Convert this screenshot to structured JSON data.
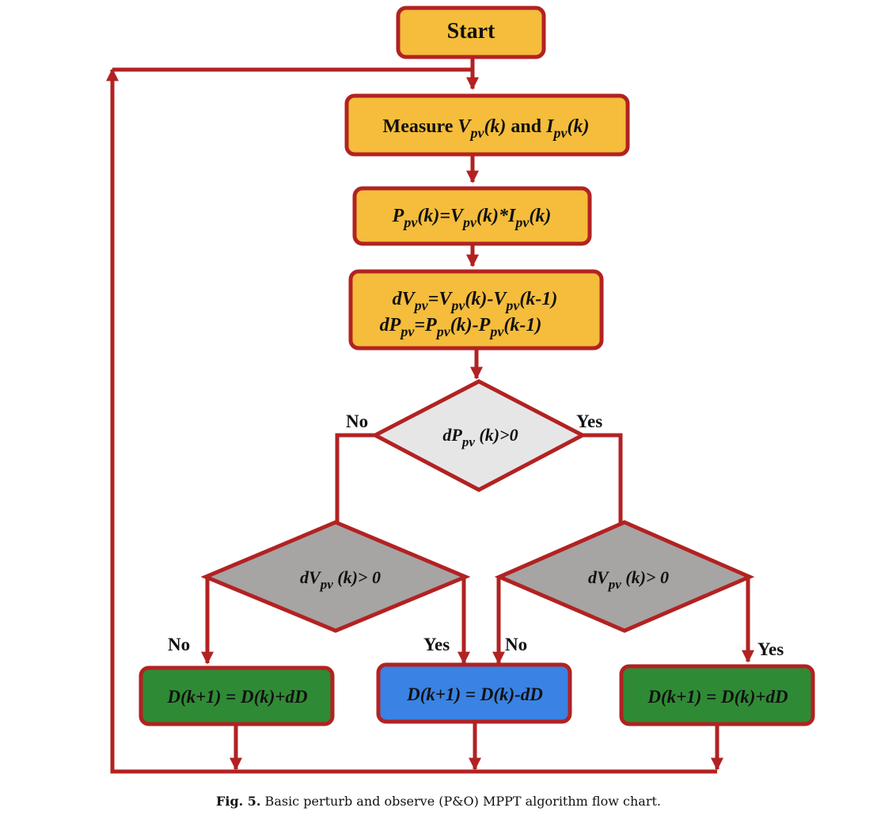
{
  "flowchart": {
    "start": "Start",
    "measure": {
      "pre": "Measure ",
      "v": "V",
      "v_sub": "pv",
      "v_arg": "(k)",
      "mid": " and ",
      "i": "I",
      "i_sub": "pv",
      "i_arg": "(k)"
    },
    "power": {
      "p": "P",
      "p_sub": "pv",
      "eq": "(k)=V",
      "v_sub": "pv",
      "mul": "(k)*I",
      "i_sub": "pv",
      "end": "(k)"
    },
    "diff_v": {
      "lhs": "dV",
      "lhs_sub": "pv",
      "eq": "=V",
      "a_sub": "pv",
      "mid": "(k)-V",
      "b_sub": "pv",
      "end": "(k-1)"
    },
    "diff_p": {
      "lhs": "dP",
      "lhs_sub": "pv",
      "eq": "=P",
      "a_sub": "pv",
      "mid": "(k)-P",
      "b_sub": "pv",
      "end": "(k-1)"
    },
    "decision_power": {
      "pre": "dP",
      "sub": "pv",
      "post": " (k)>0"
    },
    "decision_voltage_left": {
      "pre": "dV",
      "sub": "pv",
      "post": " (k)> 0"
    },
    "decision_voltage_right": {
      "pre": "dV",
      "sub": "pv",
      "post": " (k)> 0"
    },
    "action_left": "D(k+1) = D(k)+dD",
    "action_middle": "D(k+1) = D(k)-dD",
    "action_right": "D(k+1) = D(k)+dD",
    "labels": {
      "no_top": "No",
      "yes_top": "Yes",
      "no_left": "No",
      "yes_left": "Yes",
      "no_right": "No",
      "yes_right": "Yes"
    }
  },
  "caption": {
    "fig_label": "Fig. 5.",
    "text": " Basic perturb and observe (P&O) MPPT algorithm flow chart."
  },
  "colors": {
    "border": "#b22222",
    "process_fill": "#f5bd3b",
    "increase_fill": "#2f8a35",
    "decrease_fill": "#3a82e3",
    "decision_top_fill": "#e6e6e6",
    "decision_fill": "#a7a4a4"
  }
}
